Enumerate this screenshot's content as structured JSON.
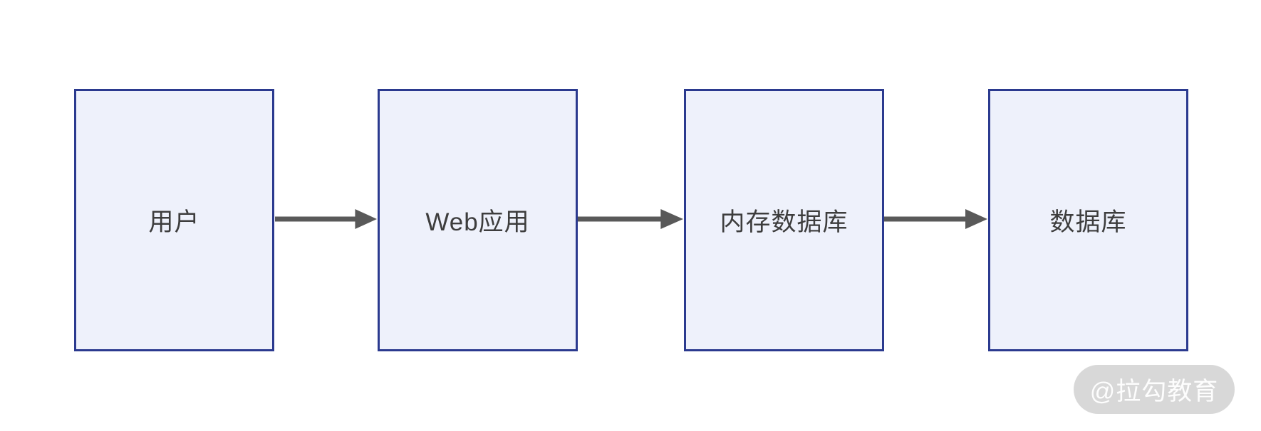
{
  "diagram": {
    "type": "flow",
    "direction": "left-to-right",
    "nodes": [
      {
        "id": "user",
        "label": "用户"
      },
      {
        "id": "web-app",
        "label": "Web应用"
      },
      {
        "id": "memory-db",
        "label": "内存数据库"
      },
      {
        "id": "database",
        "label": "数据库"
      }
    ],
    "connections": [
      {
        "from": "user",
        "to": "web-app",
        "style": "solid-arrow"
      },
      {
        "from": "web-app",
        "to": "memory-db",
        "style": "solid-arrow"
      },
      {
        "from": "memory-db",
        "to": "database",
        "style": "solid-arrow"
      }
    ]
  },
  "watermark": {
    "label": "@拉勾教育"
  },
  "colors": {
    "background": "#ffffff",
    "node_border": "#2b3a8f",
    "node_fill": "#eef1fb",
    "node_text": "#3d3d3d",
    "arrow": "#595959",
    "watermark_bg": "#d8d8d8",
    "watermark_text": "#fdfdfd"
  }
}
